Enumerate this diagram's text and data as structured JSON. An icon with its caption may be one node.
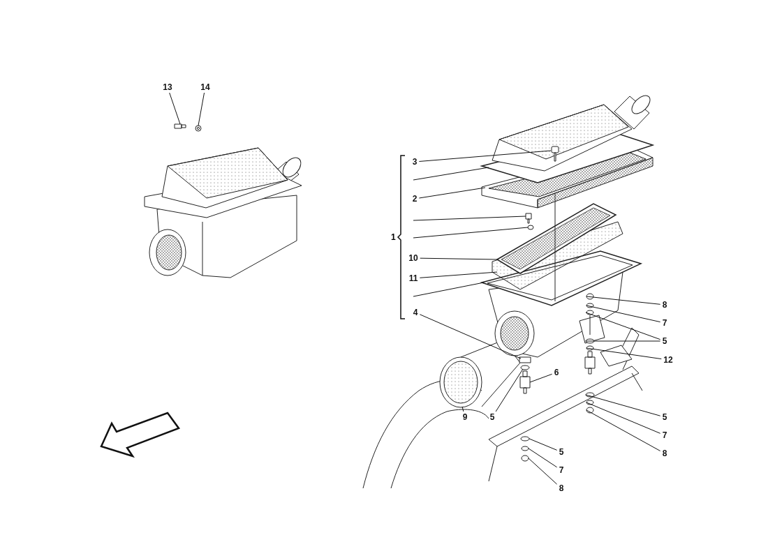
{
  "diagram": {
    "nodes": [
      {
        "text": [
          "13"
        ]
      },
      {
        "text": [
          "14"
        ]
      },
      {
        "text": [
          "1"
        ]
      },
      {
        "text": [
          "3"
        ]
      },
      {
        "text": [
          "2"
        ]
      },
      {
        "text": [
          "10"
        ]
      },
      {
        "text": [
          "11"
        ]
      },
      {
        "text": [
          "4"
        ]
      },
      {
        "text": [
          "8"
        ]
      },
      {
        "text": [
          "7"
        ]
      },
      {
        "text": [
          "5"
        ]
      },
      {
        "text": [
          "12"
        ]
      },
      {
        "text": [
          "6"
        ]
      },
      {
        "text": [
          "5"
        ]
      },
      {
        "text": [
          "9"
        ]
      },
      {
        "text": [
          "5"
        ]
      },
      {
        "text": [
          "7"
        ]
      },
      {
        "text": [
          "8"
        ]
      },
      {
        "text": [
          "5"
        ]
      },
      {
        "text": [
          "7"
        ]
      },
      {
        "text": [
          "8"
        ]
      }
    ],
    "edges": [
      {
        "from": 0,
        "to": null,
        "arrow": "none"
      },
      {
        "from": 1,
        "to": null,
        "arrow": "none"
      },
      {
        "from": 3,
        "to": null,
        "arrow": "none"
      },
      {
        "from": 2,
        "to": null,
        "arrow": "none"
      },
      {
        "from": 4,
        "to": null,
        "arrow": "none"
      },
      {
        "from": 2,
        "to": null,
        "arrow": "none"
      },
      {
        "from": 2,
        "to": null,
        "arrow": "none"
      },
      {
        "from": 5,
        "to": null,
        "arrow": "none"
      },
      {
        "from": 6,
        "to": null,
        "arrow": "none"
      },
      {
        "from": 2,
        "to": null,
        "arrow": "none"
      },
      {
        "from": 7,
        "to": null,
        "arrow": "none"
      },
      {
        "from": 8,
        "to": null,
        "arrow": "none"
      },
      {
        "from": 9,
        "to": null,
        "arrow": "none"
      },
      {
        "from": 10,
        "to": null,
        "arrow": "none"
      },
      {
        "from": 10,
        "to": null,
        "arrow": "none"
      },
      {
        "from": 11,
        "to": null,
        "arrow": "none"
      },
      {
        "from": 12,
        "to": null,
        "arrow": "none"
      },
      {
        "from": 13,
        "to": null,
        "arrow": "none"
      },
      {
        "from": 14,
        "to": null,
        "arrow": "none"
      },
      {
        "from": 15,
        "to": null,
        "arrow": "none"
      },
      {
        "from": 16,
        "to": null,
        "arrow": "none"
      },
      {
        "from": 17,
        "to": null,
        "arrow": "none"
      },
      {
        "from": 18,
        "to": null,
        "arrow": "none"
      },
      {
        "from": 19,
        "to": null,
        "arrow": "none"
      },
      {
        "from": 20,
        "to": null,
        "arrow": "none"
      }
    ]
  }
}
